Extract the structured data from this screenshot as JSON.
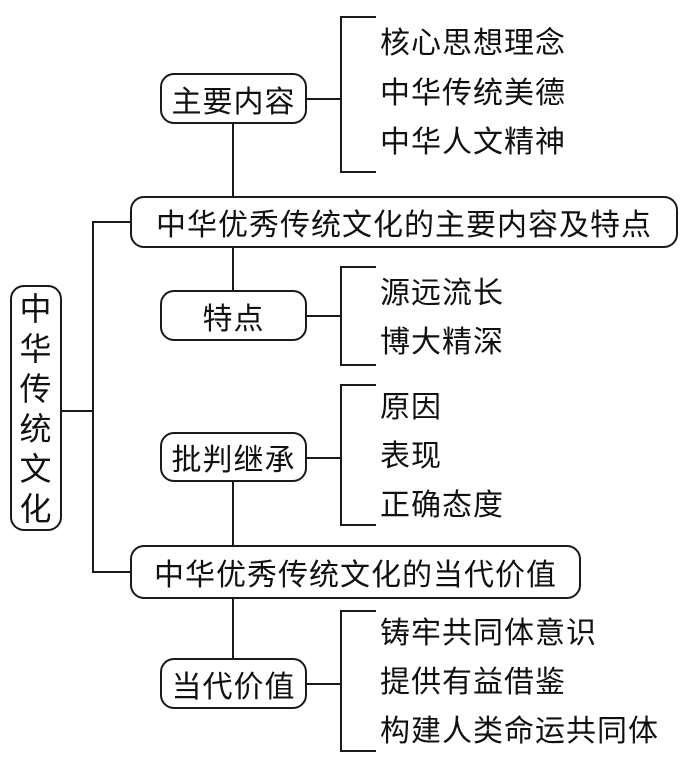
{
  "root": {
    "label": "中华传统文化",
    "chars": [
      "中",
      "华",
      "传",
      "统",
      "文",
      "化"
    ]
  },
  "main_nodes": [
    {
      "label": "中华优秀传统文化的主要内容及特点"
    },
    {
      "label": "中华优秀传统文化的当代价值"
    }
  ],
  "sub_nodes": [
    {
      "label": "主要内容",
      "items": [
        "核心思想理念",
        "中华传统美德",
        "中华人文精神"
      ]
    },
    {
      "label": "特点",
      "items": [
        "源远流长",
        "博大精深"
      ]
    },
    {
      "label": "批判继承",
      "items": [
        "原因",
        "表现",
        "正确态度"
      ]
    },
    {
      "label": "当代价值",
      "items": [
        "铸牢共同体意识",
        "提供有益借鉴",
        "构建人类命运共同体"
      ]
    }
  ]
}
